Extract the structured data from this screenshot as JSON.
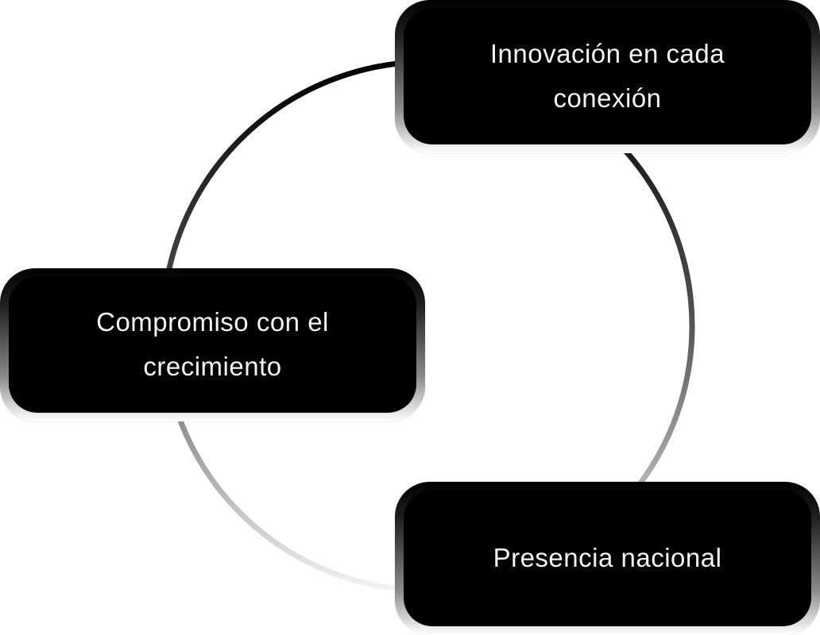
{
  "nodes": [
    {
      "label": "Innovación en cada conexión"
    },
    {
      "label": "Compromiso con el crecimiento"
    },
    {
      "label": "Presencia nacional"
    }
  ],
  "colors": {
    "box": "#000000",
    "text": "#f2f2f2",
    "ring_top": "#000000",
    "ring_bottom": "#ffffff"
  }
}
